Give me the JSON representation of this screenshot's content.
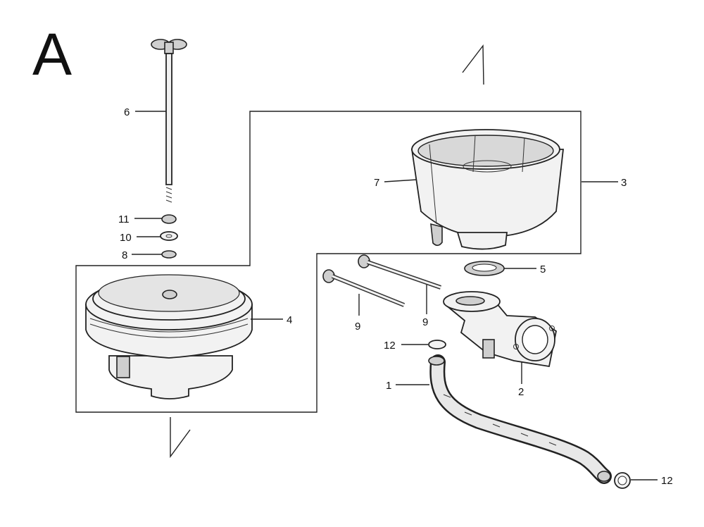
{
  "section_letter": "A",
  "callouts": {
    "c6": "6",
    "c11": "11",
    "c10": "10",
    "c8": "8",
    "c7": "7",
    "c3": "3",
    "c4": "4",
    "c5": "5",
    "c9a": "9",
    "c9b": "9",
    "c12a": "12",
    "c2": "2",
    "c1": "1",
    "c12b": "12"
  }
}
